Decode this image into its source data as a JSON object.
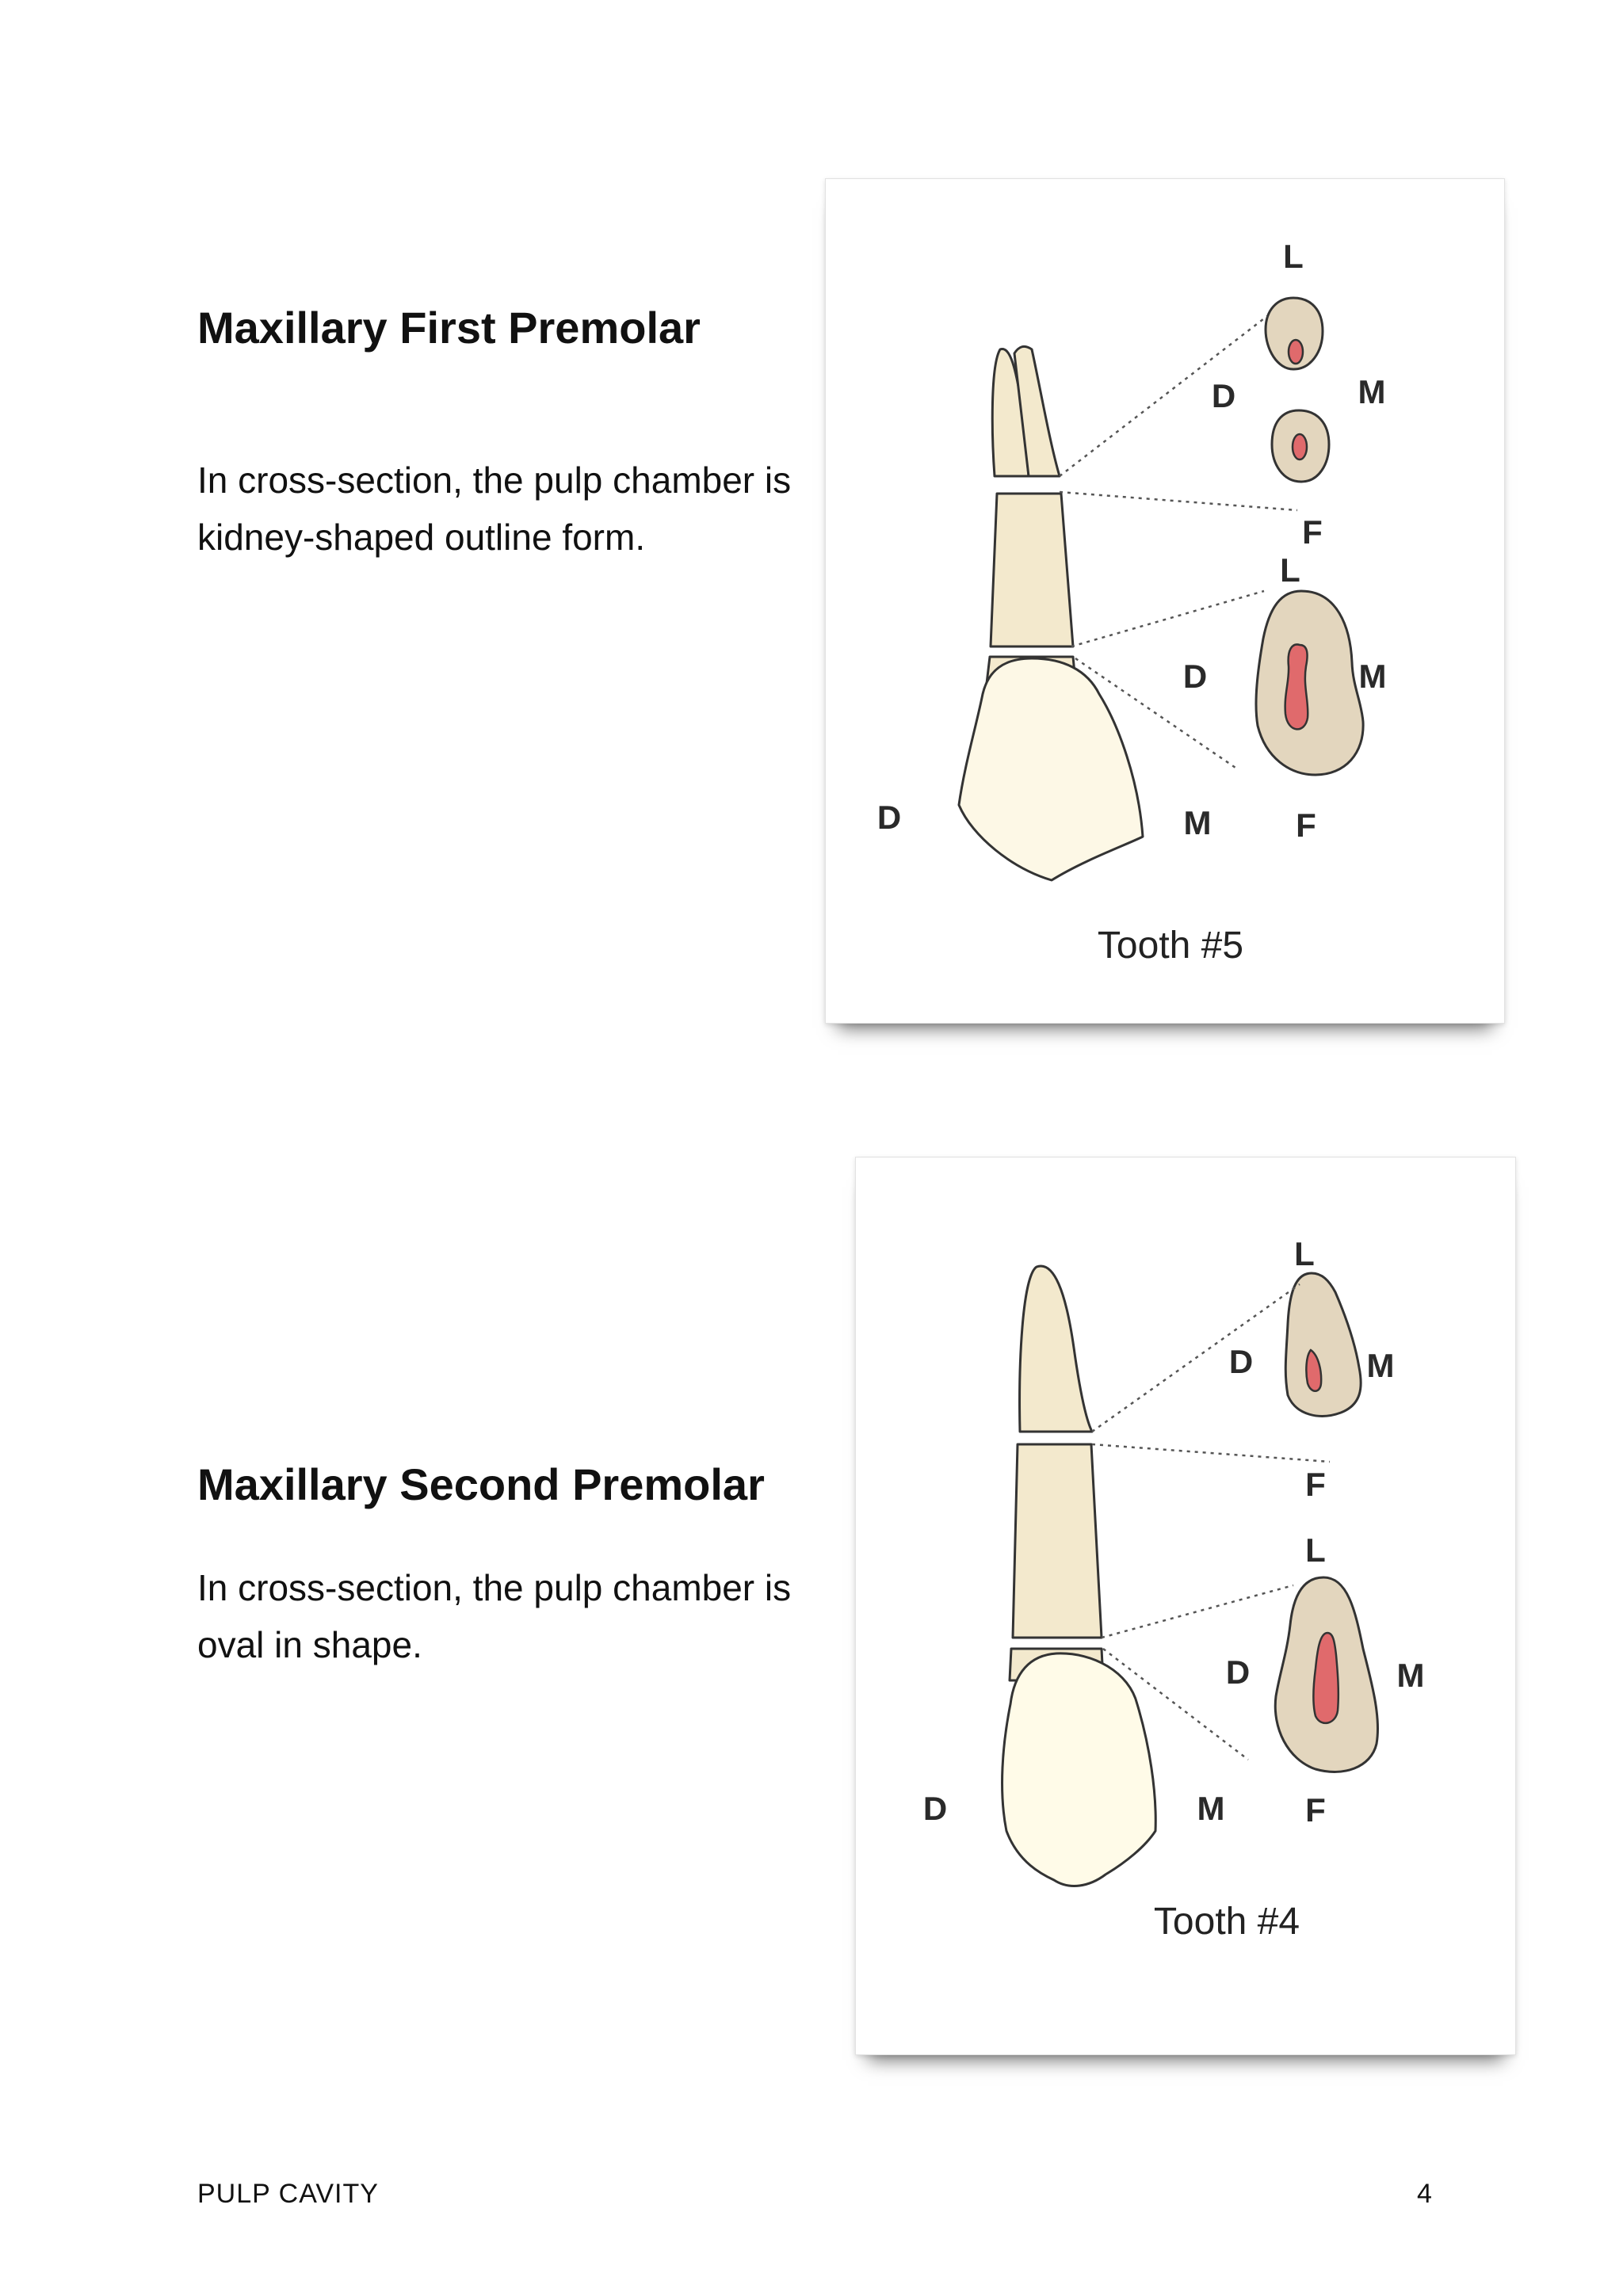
{
  "sections": [
    {
      "heading": "Maxillary First Premolar",
      "text": "In cross-section, the pulp chamber is kidney-shaped outline form.",
      "figure": {
        "caption": "Tooth #5",
        "labels": {
          "side_d": "D",
          "side_m": "M",
          "sec1_l": "L",
          "sec1_d": "D",
          "sec1_m": "M",
          "sec1_f": "F",
          "sec2_l": "L",
          "sec2_d": "D",
          "sec2_m": "M",
          "sec2_f": "F"
        }
      }
    },
    {
      "heading": "Maxillary Second Premolar",
      "text": "In cross-section, the pulp chamber is oval in shape.",
      "figure": {
        "caption": "Tooth #4",
        "labels": {
          "side_d": "D",
          "side_m": "M",
          "sec1_l": "L",
          "sec1_d": "D",
          "sec1_m": "M",
          "sec1_f": "F",
          "sec2_l": "L",
          "sec2_d": "D",
          "sec2_m": "M",
          "sec2_f": "F"
        }
      }
    }
  ],
  "footer": {
    "left": "PULP CAVITY",
    "right": "4"
  },
  "colors": {
    "crown": "#fdf8e6",
    "root": "#f3e9cd",
    "section": "#e3d6be",
    "pulp": "#e06a6c",
    "outline": "#333333"
  }
}
